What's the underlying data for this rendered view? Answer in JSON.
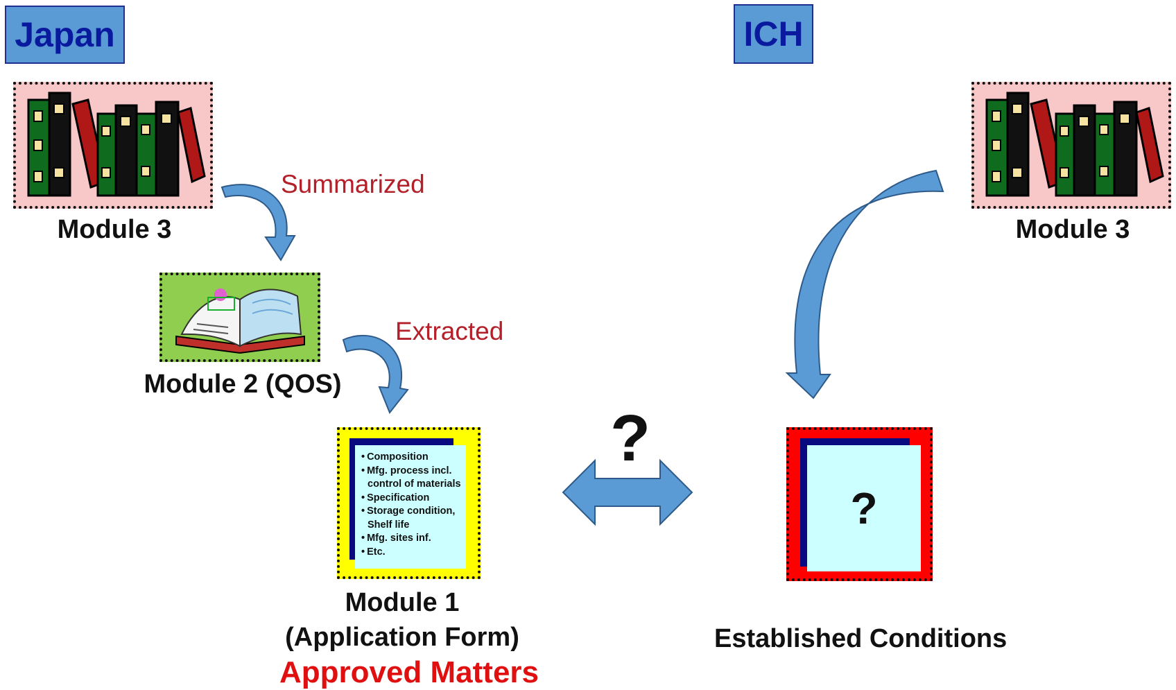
{
  "regions": {
    "japan": "Japan",
    "ich": "ICH"
  },
  "japan": {
    "module3_caption": "Module 3",
    "module2_caption": "Module 2 (QOS)",
    "module1_caption_line1": "Module 1",
    "module1_caption_line2": "(Application Form)",
    "approved_matters": "Approved Matters",
    "summarized_label": "Summarized",
    "extracted_label": "Extracted",
    "module1_items": [
      "Composition",
      "Mfg. process incl. control of materials",
      "Specification",
      "Storage condition, Shelf life",
      "Mfg. sites inf.",
      "Etc."
    ]
  },
  "ich": {
    "module3_caption": "Module 3",
    "established_conditions": "Established Conditions",
    "doc_question": "?"
  },
  "comparison": {
    "question": "?"
  },
  "icons": [
    "books-icon",
    "open-book-icon",
    "document-icon",
    "double-arrow-icon",
    "curved-arrow-icon"
  ],
  "colors": {
    "label_fill": "#5b9bd5",
    "label_text": "#0a1a9e",
    "books_bg": "#f8c8c8",
    "qos_bg": "#8fce4f",
    "module1_bg": "#ffff00",
    "ec_bg": "#ff0000",
    "doc_fill": "#ccffff",
    "doc_border": "#0a0a80",
    "arrow": "#5b9bd5",
    "flow_text": "#b3202a",
    "approved_text": "#e01010"
  }
}
